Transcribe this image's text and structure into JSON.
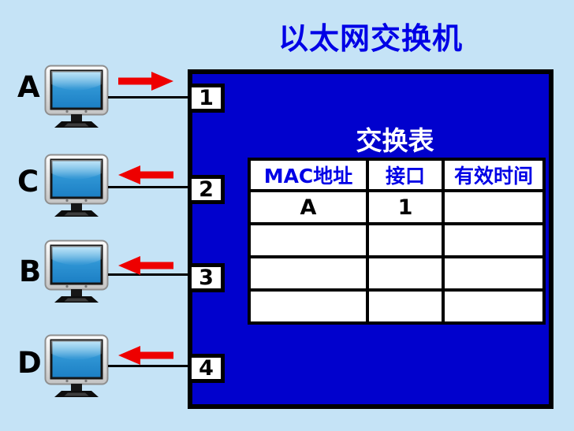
{
  "title": "以太网交换机",
  "switch": {
    "table_title": "交换表",
    "ports": [
      "1",
      "2",
      "3",
      "4"
    ],
    "table": {
      "headers": [
        "MAC地址",
        "接口",
        "有效时间"
      ],
      "rows": [
        [
          "A",
          "1",
          ""
        ],
        [
          "",
          "",
          ""
        ],
        [
          "",
          "",
          ""
        ],
        [
          "",
          "",
          ""
        ]
      ]
    }
  },
  "hosts": [
    {
      "label": "A",
      "port": "1",
      "arrow_direction": "toward-switch"
    },
    {
      "label": "C",
      "port": "2",
      "arrow_direction": "toward-host"
    },
    {
      "label": "B",
      "port": "3",
      "arrow_direction": "toward-host"
    },
    {
      "label": "D",
      "port": "4",
      "arrow_direction": "toward-host"
    }
  ],
  "colors": {
    "background": "#c5e3f6",
    "switch_fill": "#0101cd",
    "title_text": "#0000e6",
    "table_header_text": "#0000e6",
    "table_title_text": "#ffffff",
    "arrow_red": "#ee0000"
  }
}
